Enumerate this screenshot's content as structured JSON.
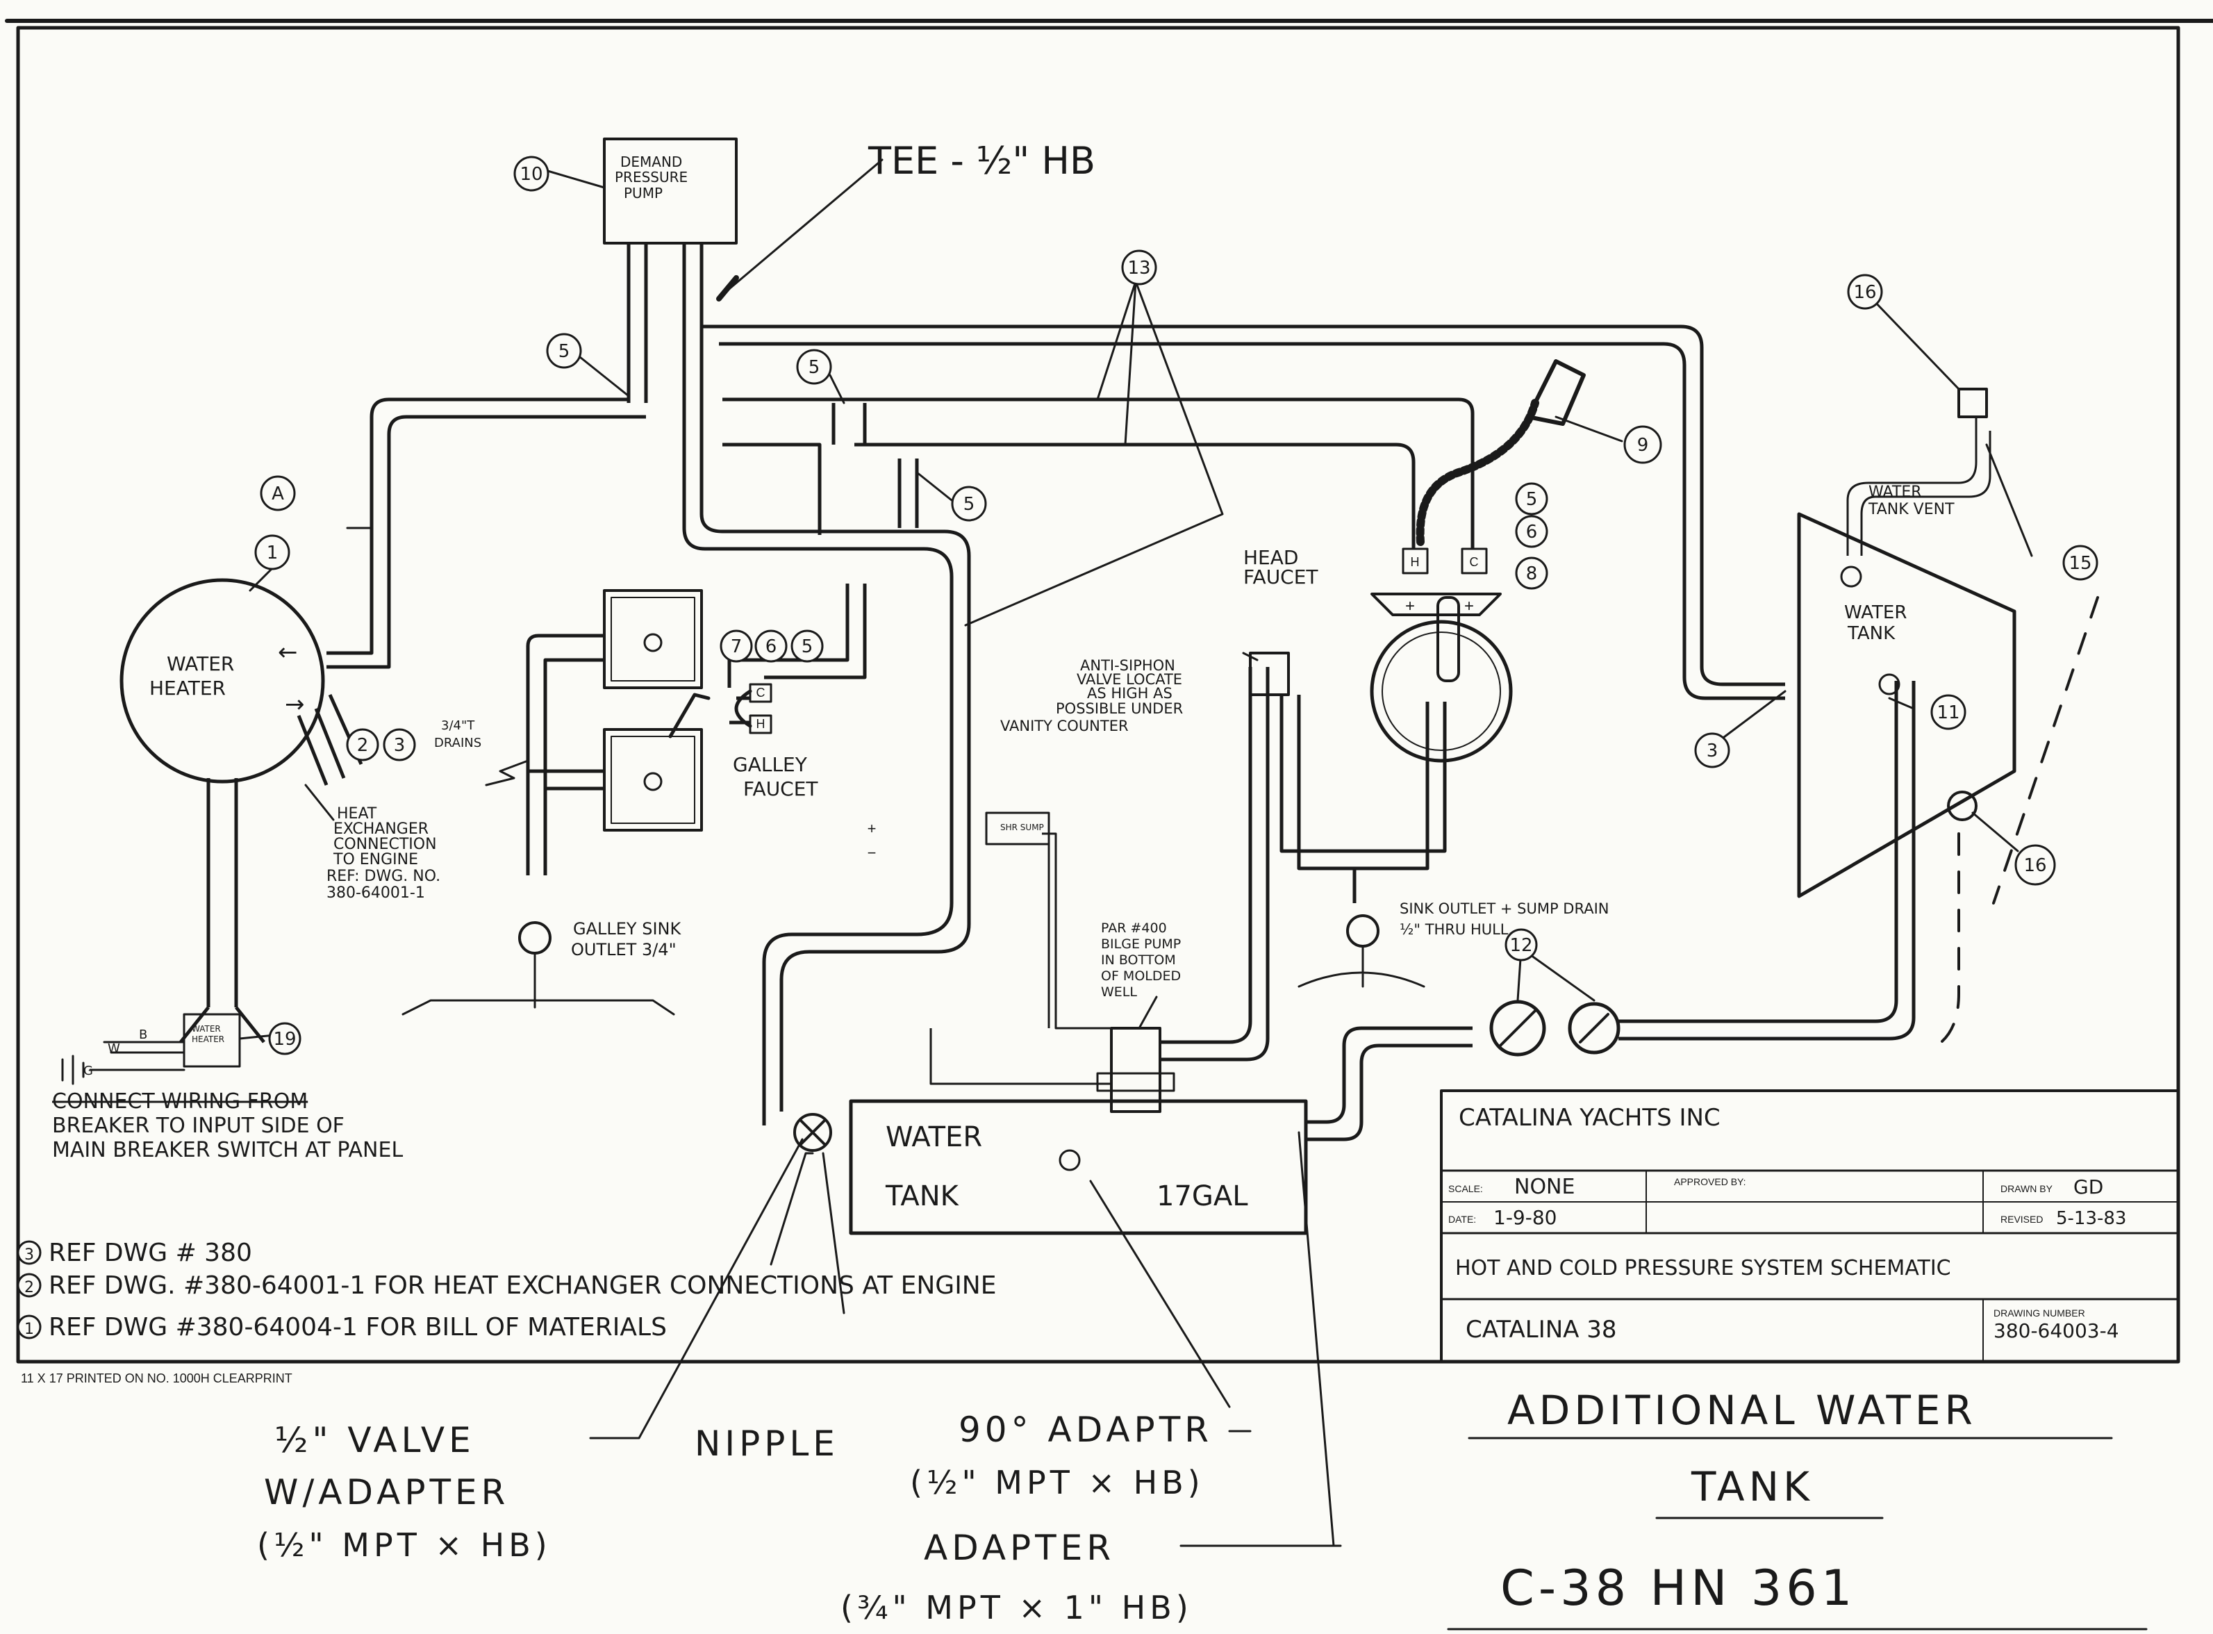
{
  "labels": {
    "tee": "TEE - ½\" HB",
    "pump_line1": "DEMAND",
    "pump_line2": "PRESSURE",
    "pump_line3": "PUMP",
    "heater_line1": "WATER",
    "heater_line2": "HEATER",
    "heat_ex_1": "HEAT",
    "heat_ex_2": "EXCHANGER",
    "heat_ex_3": "CONNECTION",
    "heat_ex_4": "TO ENGINE",
    "heat_ex_5": "REF: DWG. NO.",
    "heat_ex_6": "380-64001-1",
    "drains_1": "3/4\"T",
    "drains_2": "DRAINS",
    "galley_faucet_1": "GALLEY",
    "galley_faucet_2": "FAUCET",
    "galley_sink_1": "GALLEY SINK",
    "galley_sink_2": "OUTLET 3/4\"",
    "head_faucet_1": "HEAD",
    "head_faucet_2": "FAUCET",
    "antisiphon_1": "ANTI-SIPHON",
    "antisiphon_2": "VALVE LOCATE",
    "antisiphon_3": "AS HIGH AS",
    "antisiphon_4": "POSSIBLE UNDER",
    "antisiphon_5": "VANITY COUNTER",
    "sink_outlet_1": "SINK OUTLET + SUMP DRAIN",
    "sink_outlet_2": "½\" THRU HULL.",
    "bilge_1": "PAR #400",
    "bilge_2": "BILGE PUMP",
    "bilge_3": "IN BOTTOM",
    "bilge_4": "OF MOLDED",
    "bilge_5": "WELL",
    "vent_1": "WATER",
    "vent_2": "TANK VENT",
    "tank_right_1": "WATER",
    "tank_right_2": "TANK",
    "tank_bottom_1": "WATER",
    "tank_bottom_2": "TANK",
    "tank_cap": "17GAL",
    "sump_label": "SHR SUMP",
    "heater_box_1": "WATER",
    "heater_box_2": "HEATER",
    "wire_b": "B",
    "wire_w": "W",
    "wire_g": "G",
    "connect_1": "CONNECT WIRING FROM",
    "connect_2": "BREAKER TO INPUT SIDE OF",
    "connect_3": "MAIN BREAKER SWITCH AT PANEL",
    "ref3": "REF DWG # 380",
    "ref2": "REF DWG. #380-64001-1 FOR HEAT EXCHANGER CONNECTIONS AT ENGINE",
    "ref1": "REF DWG #380-64004-1 FOR BILL OF MATERIALS",
    "printed": "11 X 17    PRINTED ON NO. 1000H CLEARPRINT"
  },
  "bubbles": {
    "b1": "1",
    "bA": "A",
    "b2": "2",
    "b3a": "3",
    "b3b": "3",
    "b5a": "5",
    "b5b": "5",
    "b5c": "5",
    "b5d": "5",
    "b5e": "5",
    "b6a": "6",
    "b6b": "6",
    "b7": "7",
    "b8": "8",
    "b9": "9",
    "b10": "10",
    "b11": "11",
    "b12": "12",
    "b13": "13",
    "b15": "15",
    "b16a": "16",
    "b16b": "16",
    "b19": "19"
  },
  "valve_marks": {
    "H": "H",
    "C": "C",
    "plus": "+",
    "minus": "−"
  },
  "title_block": {
    "company": "CATALINA YACHTS INC",
    "scale_label": "SCALE:",
    "scale_value": "NONE",
    "approved_label": "APPROVED BY:",
    "drawn_label": "DRAWN BY",
    "drawn_value": "GD",
    "date_label": "DATE:",
    "date_value": "1-9-80",
    "revised_label": "REVISED",
    "revised_value": "5-13-83",
    "title": "HOT AND COLD PRESSURE SYSTEM SCHEMATIC",
    "model": "CATALINA 38",
    "drawing_number_label": "DRAWING NUMBER",
    "drawing_number": "380-64003-4"
  },
  "annotations": {
    "valve_1": "½\" VALVE",
    "valve_2": "W/ADAPTER",
    "valve_3": "(½\" MPT × HB)",
    "nipple": "NIPPLE",
    "adapter90_1": "90° ADAPTR",
    "adapter90_2": "(½\" MPT × HB)",
    "adapter_1": "ADAPTER",
    "adapter_2": "(¾\" MPT × 1\" HB)",
    "added_1": "ADDITIONAL WATER",
    "added_2": "TANK",
    "added_3": "C-38   HN 361"
  }
}
